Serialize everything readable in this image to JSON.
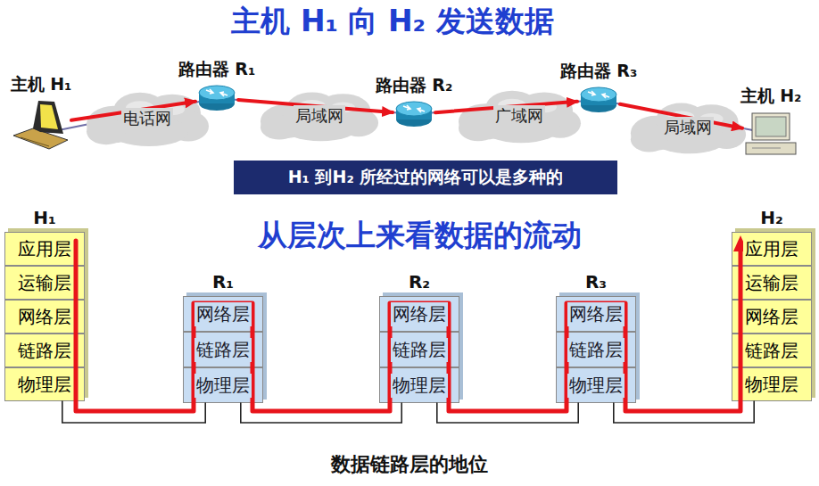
{
  "diagram": {
    "title": "主机 H₁ 向 H₂ 发送数据",
    "caption": "数据链路层的地位",
    "nodes": [
      {
        "text": [
          "主机 H₁"
        ]
      },
      {
        "text": [
          "电话网"
        ]
      },
      {
        "text": [
          "路由器 R₁"
        ]
      },
      {
        "text": [
          "局域网"
        ]
      },
      {
        "text": [
          "路由器 R₂"
        ]
      },
      {
        "text": [
          "广域网"
        ]
      },
      {
        "text": [
          "路由器 R₃"
        ]
      },
      {
        "text": [
          "局域网"
        ]
      },
      {
        "text": [
          "主机 H₂"
        ]
      },
      {
        "text": [
          "H₁ 到H₂ 所经过的网络可以是多种的"
        ]
      },
      {
        "text": [
          "H₁"
        ]
      },
      {
        "text": [
          "应用层"
        ],
        "in": 10
      },
      {
        "text": [
          "运输层"
        ],
        "in": 10
      },
      {
        "text": [
          "网络层"
        ],
        "in": 10
      },
      {
        "text": [
          "链路层"
        ],
        "in": 10
      },
      {
        "text": [
          "物理层"
        ],
        "in": 10
      },
      {
        "text": [
          "R₁"
        ]
      },
      {
        "text": [
          "网络层"
        ],
        "in": 16
      },
      {
        "text": [
          "链路层"
        ],
        "in": 16
      },
      {
        "text": [
          "物理层"
        ],
        "in": 16
      },
      {
        "text": [
          "R₂"
        ]
      },
      {
        "text": [
          "网络层"
        ],
        "in": 20
      },
      {
        "text": [
          "链路层"
        ],
        "in": 20
      },
      {
        "text": [
          "物理层"
        ],
        "in": 20
      },
      {
        "text": [
          "R₃"
        ]
      },
      {
        "text": [
          "网络层"
        ],
        "in": 24
      },
      {
        "text": [
          "链路层"
        ],
        "in": 24
      },
      {
        "text": [
          "物理层"
        ],
        "in": 24
      },
      {
        "text": [
          "H₂"
        ]
      },
      {
        "text": [
          "应用层"
        ],
        "in": 28
      },
      {
        "text": [
          "运输层"
        ],
        "in": 28
      },
      {
        "text": [
          "网络层"
        ],
        "in": 28
      },
      {
        "text": [
          "链路层"
        ],
        "in": 28
      },
      {
        "text": [
          "物理层"
        ],
        "in": 28
      }
    ],
    "edges": [
      {
        "from": 0,
        "to": 2,
        "arrow": "to"
      },
      {
        "from": 2,
        "to": 4,
        "arrow": "to"
      },
      {
        "from": 4,
        "to": 6,
        "arrow": "to"
      },
      {
        "from": 6,
        "to": 8,
        "arrow": "to"
      },
      {
        "from": 15,
        "to": 19,
        "arrow": "none"
      },
      {
        "from": 19,
        "to": 23,
        "arrow": "none"
      },
      {
        "from": 23,
        "to": 27,
        "arrow": "none"
      },
      {
        "from": 27,
        "to": 33,
        "arrow": "none"
      }
    ],
    "labels": [
      "从层次上来看数据的流动"
    ]
  }
}
